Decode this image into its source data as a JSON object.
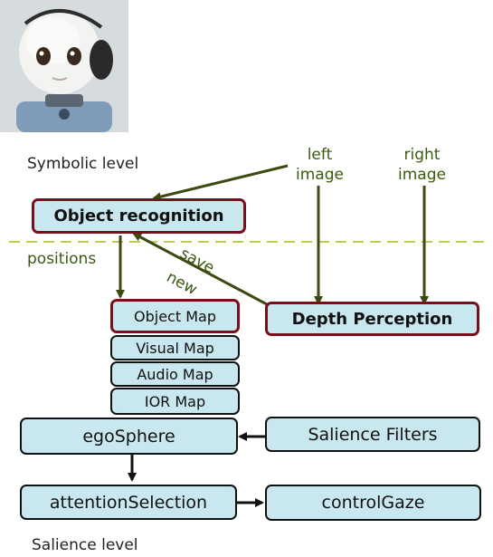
{
  "diagram": {
    "input": {
      "robot_image_label": "robot head photo",
      "left_image": "left\nimage",
      "right_image": "right\nimage"
    },
    "levels": {
      "symbolic": "Symbolic level",
      "salience": "Salience level"
    },
    "modules": {
      "object_recognition": "Object recognition",
      "depth_perception": "Depth Perception",
      "object_map": "Object Map",
      "visual_map": "Visual Map",
      "audio_map": "Audio Map",
      "ior_map": "IOR Map",
      "ego_sphere": "egoSphere",
      "salience_filters": "Salience Filters",
      "attention_selection": "attentionSelection",
      "control_gaze": "controlGaze"
    },
    "edge_labels": {
      "positions": "positions",
      "save": "save",
      "new": "new"
    },
    "colors": {
      "box_fill": "#c8e7ee",
      "red_border": "#7a0f1c",
      "arrow_green": "#3b4a10",
      "separator": "#b6d24a"
    }
  }
}
